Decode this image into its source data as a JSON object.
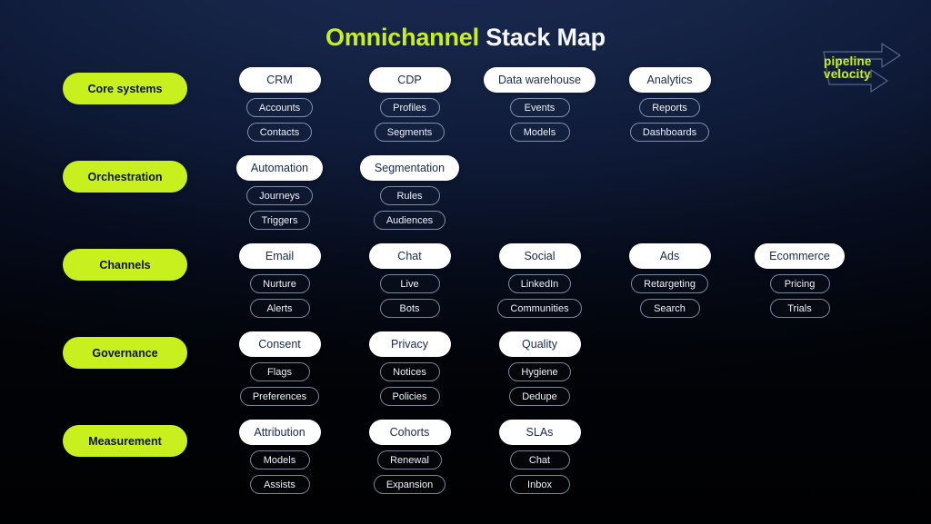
{
  "title": {
    "accent": "Omnichannel",
    "rest": " Stack Map"
  },
  "logo": {
    "line1": "pipeline",
    "line2": "velocity",
    "icon": "arrow-loop-icon",
    "color": "#c8f01e"
  },
  "colors": {
    "accent_lime": "#c8f01e",
    "header_pill_bg": "#ffffff",
    "header_pill_text": "#18294f",
    "sub_pill_border": "#c4d6f0",
    "sub_pill_text": "#eef3fa",
    "background_top": "#16244a",
    "background_bottom": "#010206"
  },
  "rows": [
    {
      "category": "Core systems",
      "columns": [
        {
          "header": "CRM",
          "items": [
            "Accounts",
            "Contacts"
          ]
        },
        {
          "header": "CDP",
          "items": [
            "Profiles",
            "Segments"
          ]
        },
        {
          "header": "Data warehouse",
          "items": [
            "Events",
            "Models"
          ]
        },
        {
          "header": "Analytics",
          "items": [
            "Reports",
            "Dashboards"
          ]
        }
      ]
    },
    {
      "category": "Orchestration",
      "columns": [
        {
          "header": "Automation",
          "items": [
            "Journeys",
            "Triggers"
          ]
        },
        {
          "header": "Segmentation",
          "items": [
            "Rules",
            "Audiences"
          ]
        }
      ]
    },
    {
      "category": "Channels",
      "columns": [
        {
          "header": "Email",
          "items": [
            "Nurture",
            "Alerts"
          ]
        },
        {
          "header": "Chat",
          "items": [
            "Live",
            "Bots"
          ]
        },
        {
          "header": "Social",
          "items": [
            "LinkedIn",
            "Communities"
          ]
        },
        {
          "header": "Ads",
          "items": [
            "Retargeting",
            "Search"
          ]
        },
        {
          "header": "Ecommerce",
          "items": [
            "Pricing",
            "Trials"
          ]
        }
      ]
    },
    {
      "category": "Governance",
      "columns": [
        {
          "header": "Consent",
          "items": [
            "Flags",
            "Preferences"
          ]
        },
        {
          "header": "Privacy",
          "items": [
            "Notices",
            "Policies"
          ]
        },
        {
          "header": "Quality",
          "items": [
            "Hygiene",
            "Dedupe"
          ]
        }
      ]
    },
    {
      "category": "Measurement",
      "columns": [
        {
          "header": "Attribution",
          "items": [
            "Models",
            "Assists"
          ]
        },
        {
          "header": "Cohorts",
          "items": [
            "Renewal",
            "Expansion"
          ]
        },
        {
          "header": "SLAs",
          "items": [
            "Chat",
            "Inbox"
          ]
        }
      ]
    }
  ]
}
